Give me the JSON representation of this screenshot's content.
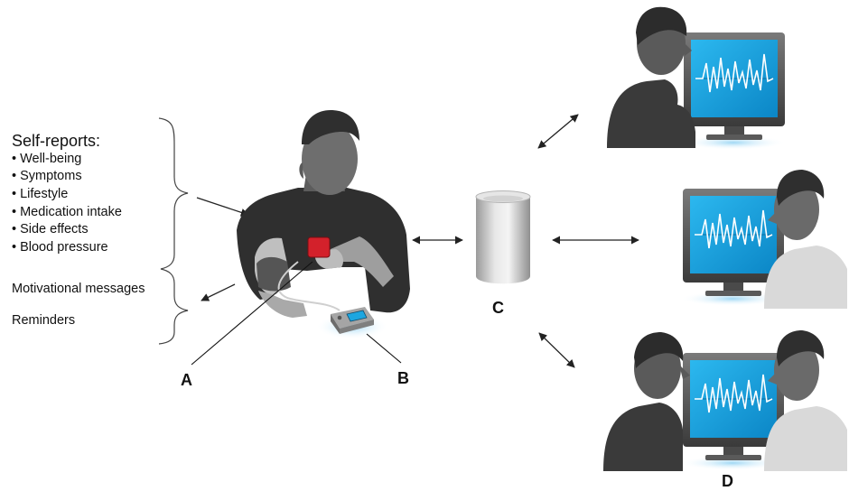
{
  "self_reports": {
    "title": "Self-reports:",
    "items": [
      "Well-being",
      "Symptoms",
      "Lifestyle",
      "Medication intake",
      "Side effects",
      "Blood pressure"
    ]
  },
  "messages": {
    "motivational": "Motivational messages",
    "reminders": "Reminders"
  },
  "labels": {
    "a": "A",
    "b": "B",
    "c": "C",
    "d": "D"
  },
  "colors": {
    "person_dark": "#4a4a4a",
    "person_mid": "#6b6b6b",
    "person_light": "#d8d8d8",
    "screen": "#1da6e0",
    "device_red": "#d3212b",
    "cylinder": "#bfbfbf"
  }
}
